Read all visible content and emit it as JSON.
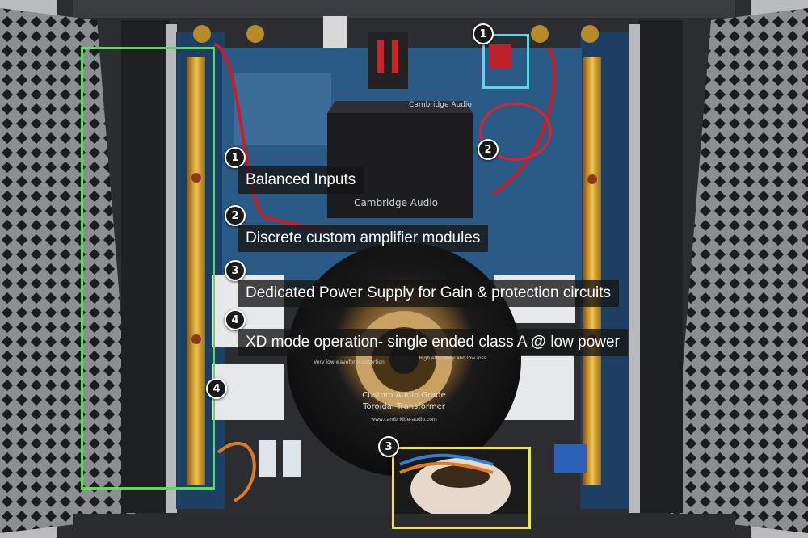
{
  "annotations": [
    {
      "number": "1",
      "label": "Balanced Inputs"
    },
    {
      "number": "2",
      "label": "Discrete custom amplifier modules"
    },
    {
      "number": "3",
      "label": "Dedicated Power Supply for Gain & protection circuits"
    },
    {
      "number": "4",
      "label": "XD mode operation- single ended class A @ low power"
    }
  ],
  "markers": [
    "1",
    "2",
    "3",
    "4"
  ],
  "product_labels": {
    "brand_top": "Cambridge Audio",
    "brand_cover": "Cambridge Audio",
    "transformer_line1": "Custom Audio Grade",
    "transformer_line2": "Toroidal Transformer",
    "transformer_url": "www.cambridge-audio.com",
    "waveform_left": "Very low waveform distortion",
    "waveform_right": "High efficiency and low loss"
  },
  "colors": {
    "highlight_green": "#5ddc5a",
    "highlight_cyan": "#5ad7e6",
    "highlight_red": "#e0202a",
    "highlight_yellow": "#eee64a"
  }
}
